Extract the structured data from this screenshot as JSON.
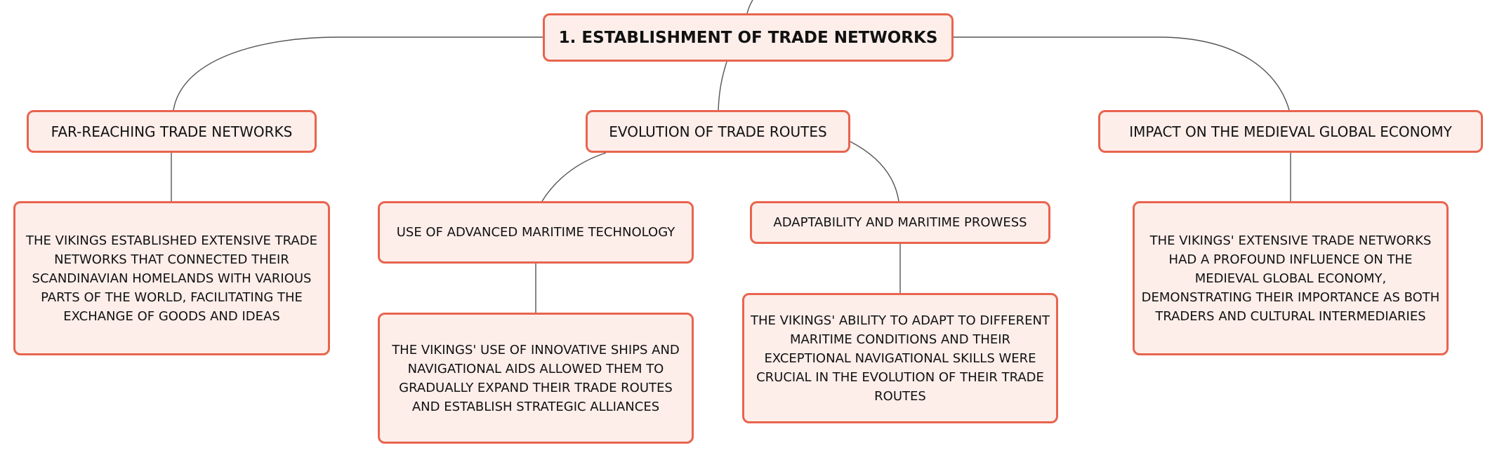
{
  "diagram": {
    "root": "1. ESTABLISHMENT OF TRADE NETWORKS",
    "branches": {
      "far_reaching": {
        "title": "FAR-REACHING TRADE NETWORKS",
        "detail": "THE VIKINGS ESTABLISHED EXTENSIVE TRADE NETWORKS THAT CONNECTED THEIR SCANDINAVIAN HOMELANDS WITH VARIOUS PARTS OF THE WORLD, FACILITATING THE EXCHANGE OF GOODS AND IDEAS"
      },
      "evolution": {
        "title": "EVOLUTION OF TRADE ROUTES",
        "technology": {
          "title": "USE OF ADVANCED MARITIME TECHNOLOGY",
          "detail": "THE VIKINGS' USE OF INNOVATIVE SHIPS AND NAVIGATIONAL AIDS ALLOWED THEM TO GRADUALLY EXPAND THEIR TRADE ROUTES AND ESTABLISH STRATEGIC ALLIANCES"
        },
        "adaptability": {
          "title": "ADAPTABILITY AND MARITIME PROWESS",
          "detail": "THE VIKINGS' ABILITY TO ADAPT TO DIFFERENT MARITIME CONDITIONS AND THEIR EXCEPTIONAL NAVIGATIONAL SKILLS WERE CRUCIAL IN THE EVOLUTION OF THEIR TRADE ROUTES"
        }
      },
      "impact": {
        "title": "IMPACT ON THE MEDIEVAL GLOBAL ECONOMY",
        "detail": "THE VIKINGS' EXTENSIVE TRADE NETWORKS HAD A PROFOUND INFLUENCE ON THE MEDIEVAL GLOBAL ECONOMY, DEMONSTRATING THEIR IMPORTANCE AS BOTH TRADERS AND CULTURAL INTERMEDIARIES"
      }
    },
    "colors": {
      "node_fill": "#fdeeea",
      "node_border": "#e8644e",
      "connector": "#555555"
    }
  }
}
